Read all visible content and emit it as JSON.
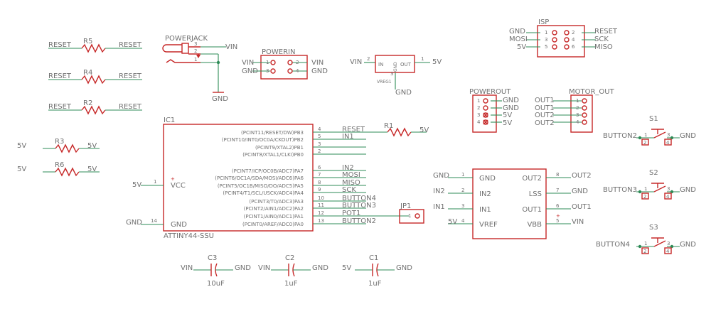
{
  "resistors_left": [
    {
      "ref": "R5",
      "left_net": "RESET",
      "right_net": "RESET"
    },
    {
      "ref": "R4",
      "left_net": "RESET",
      "right_net": "RESET"
    },
    {
      "ref": "R2",
      "left_net": "RESET",
      "right_net": "RESET"
    },
    {
      "ref": "R3",
      "left_net": "5V",
      "right_net": "5V"
    },
    {
      "ref": "R6",
      "left_net": "5V",
      "right_net": "5V"
    }
  ],
  "powerjack": {
    "title": "POWERJACK",
    "pins": [
      "3",
      "2",
      "1"
    ],
    "net_vin": "VIN",
    "net_gnd": "GND"
  },
  "powerin": {
    "title": "POWERIN",
    "left_top": "VIN",
    "left_bot": "GND",
    "right_top": "VIN",
    "right_bot": "GND",
    "pins": [
      "1",
      "2",
      "3",
      "4"
    ]
  },
  "regulator": {
    "in_net": "VIN",
    "out_net": "5V",
    "in": "IN",
    "out": "OUT",
    "gnd": "GND",
    "pin_in": "2",
    "pin_out": "1",
    "pin_gnd": "3",
    "ref": "VREG1",
    "gnd_net": "GND"
  },
  "isp": {
    "title": "ISP",
    "left": [
      "GND",
      "MOSI",
      "5V"
    ],
    "right": [
      "RESET",
      "SCK",
      "MISO"
    ],
    "pins_left": [
      "1",
      "3",
      "5"
    ],
    "pins_right": [
      "2",
      "4",
      "6"
    ]
  },
  "powerout": {
    "title": "POWEROUT",
    "nets": [
      "GND",
      "GND",
      "5V",
      "5V"
    ],
    "pins": [
      "1",
      "2",
      "3",
      "4"
    ]
  },
  "motor_out": {
    "title": "MOTOR_OUT",
    "nets": [
      "OUT1",
      "OUT1",
      "OUT2",
      "OUT2"
    ],
    "pins": [
      "1",
      "2",
      "3",
      "4"
    ]
  },
  "ic1": {
    "ref": "IC1",
    "part": "ATTINY44-SSU",
    "vcc": "VCC",
    "gnd": "GND",
    "vcc_pin": "1",
    "gnd_pin": "14",
    "vcc_net": "5V",
    "gnd_net": "GND",
    "plus": "+",
    "pins": [
      {
        "name": "(PCINT11/RESET/DW)PB3",
        "num": "4",
        "net": "RESET"
      },
      {
        "name": "(PCINT10/INT0/OC0A/CKOUT)PB2",
        "num": "5",
        "net": "IN1"
      },
      {
        "name": "(PCINT9/XTAL2)PB1",
        "num": "3",
        "net": ""
      },
      {
        "name": "(PCINT8/XTAL1/CLKI)PB0",
        "num": "2",
        "net": ""
      },
      {
        "name": "(PCINT7/ICP/OC0B/ADC7)PA7",
        "num": "6",
        "net": "IN2"
      },
      {
        "name": "(PCINT6/OC1A/SDA/MOSI/ADC6)PA6",
        "num": "7",
        "net": "MOSI"
      },
      {
        "name": "(PCINT5/OC1B/MISO/DO/ADC5)PA5",
        "num": "8",
        "net": "MISO"
      },
      {
        "name": "(PCINT4/T1/SCL/USCK/ADC4)PA4",
        "num": "9",
        "net": "SCK"
      },
      {
        "name": "(PCINT3/T0/ADC3)PA3",
        "num": "10",
        "net": "BUTTON4"
      },
      {
        "name": "(PCINT2/AIN1/ADC2)PA2",
        "num": "11",
        "net": "BUTTON3"
      },
      {
        "name": "(PCINT1/AIN0/ADC1)PA1",
        "num": "12",
        "net": "POT1"
      },
      {
        "name": "(PCINT0/AREF/ADC0)PA0",
        "num": "13",
        "net": "BUTTON2"
      }
    ]
  },
  "r1": {
    "ref": "R1",
    "net": "5V"
  },
  "jp1": {
    "ref": "JP1",
    "pin": "1"
  },
  "driver": {
    "left": [
      {
        "net": "GND",
        "num": "1",
        "name": "GND"
      },
      {
        "net": "IN2",
        "num": "2",
        "name": "IN2"
      },
      {
        "net": "IN1",
        "num": "3",
        "name": "IN1"
      },
      {
        "net": "5V",
        "num": "4",
        "name": "VREF"
      }
    ],
    "right": [
      {
        "net": "OUT2",
        "num": "8",
        "name": "OUT2"
      },
      {
        "net": "GND",
        "num": "7",
        "name": "LSS"
      },
      {
        "net": "OUT1",
        "num": "6",
        "name": "OUT1"
      },
      {
        "net": "VIN",
        "num": "5",
        "name": "VBB"
      }
    ],
    "marker": "+"
  },
  "switches": [
    {
      "ref": "S1",
      "net": "BUTTON2",
      "gnd": "GND",
      "pins": [
        "1",
        "3",
        "2",
        "4"
      ]
    },
    {
      "ref": "S2",
      "net": "BUTTON3",
      "gnd": "GND",
      "pins": [
        "1",
        "3",
        "2",
        "4"
      ]
    },
    {
      "ref": "S3",
      "net": "BUTTON4",
      "gnd": "GND",
      "pins": [
        "1",
        "3",
        "2",
        "4"
      ]
    }
  ],
  "caps": [
    {
      "ref": "C3",
      "value": "10uF",
      "left": "VIN",
      "right": "GND"
    },
    {
      "ref": "C2",
      "value": "1uF",
      "left": "VIN",
      "right": "GND"
    },
    {
      "ref": "C1",
      "value": "1uF",
      "left": "5V",
      "right": "GND"
    }
  ],
  "colors": {
    "part": "#c62828",
    "wire": "#2e8b57",
    "text": "#707070"
  }
}
